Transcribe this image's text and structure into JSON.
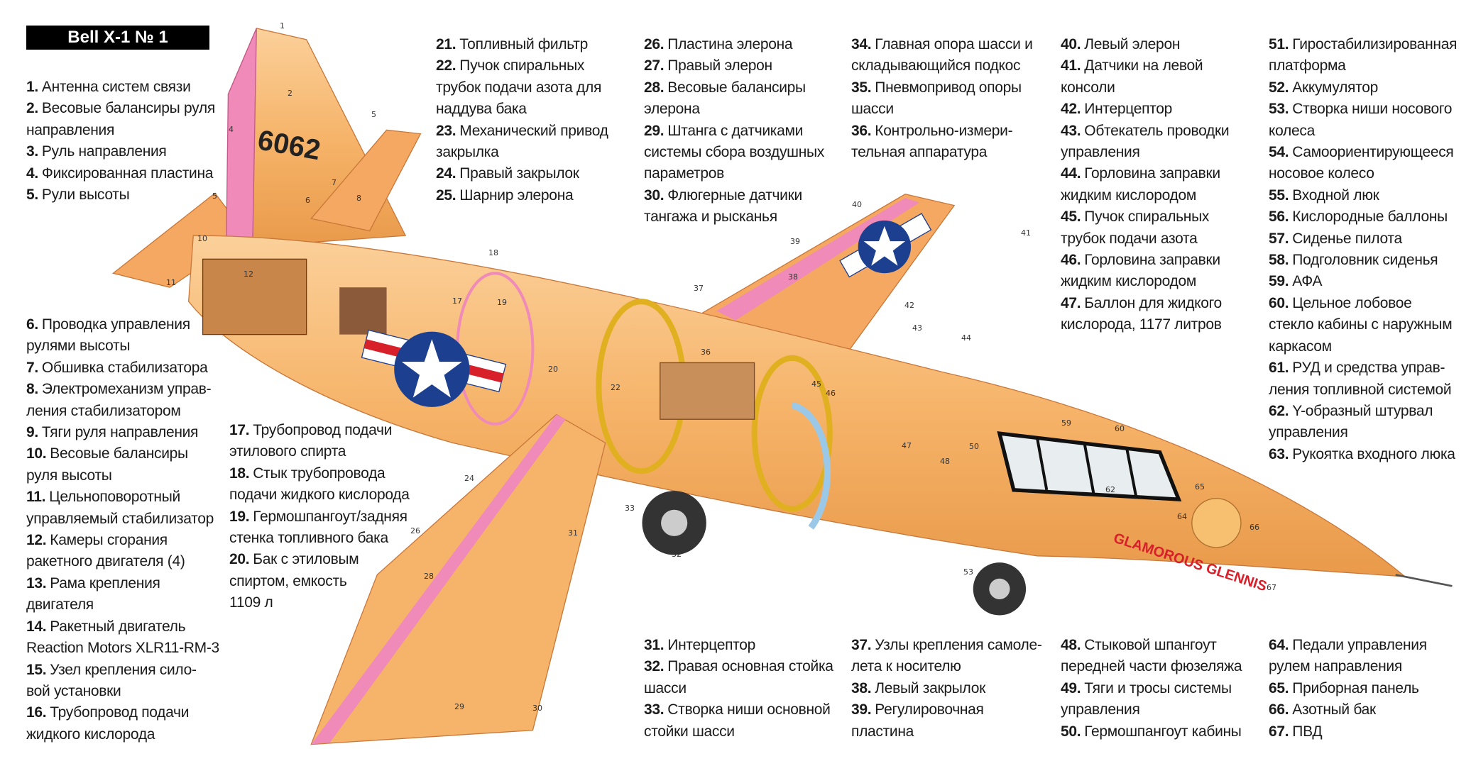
{
  "title": "Bell X-1 № 1",
  "tail_number": "6062",
  "nose_art": "GLAMOROUS GLENNIS",
  "colors": {
    "skin": "#f6b46a",
    "skin_light": "#fbd3a0",
    "pink": "#f08ab8",
    "red": "#d8202a",
    "blue": "#1d3f8f"
  },
  "legend": [
    {
      "n": "1.",
      "t": "Антенна систем связи"
    },
    {
      "n": "2.",
      "t": "Весовые балансиры руля\nнаправления"
    },
    {
      "n": "3.",
      "t": "Руль направления"
    },
    {
      "n": "4.",
      "t": "Фиксированная пластина"
    },
    {
      "n": "5.",
      "t": "Рули высоты"
    },
    {
      "n": "6.",
      "t": "Проводка управления\nрулями высоты"
    },
    {
      "n": "7.",
      "t": "Обшивка стабилизатора"
    },
    {
      "n": "8.",
      "t": "Электромеханизм управ-\nления стабилизатором"
    },
    {
      "n": "9.",
      "t": "Тяги руля направления"
    },
    {
      "n": "10.",
      "t": "Весовые балансиры\nруля высоты"
    },
    {
      "n": "11.",
      "t": "Цельноповоротный\nуправляемый стабилизатор"
    },
    {
      "n": "12.",
      "t": "Камеры сгорания\nракетного двигателя (4)"
    },
    {
      "n": "13.",
      "t": "Рама крепления\nдвигателя"
    },
    {
      "n": "14.",
      "t": "Ракетный двигатель\nReaction Motors XLR11-RM-3"
    },
    {
      "n": "15.",
      "t": "Узел крепления сило-\nвой установки"
    },
    {
      "n": "16.",
      "t": "Трубопровод подачи\nжидкого кислорода"
    },
    {
      "n": "17.",
      "t": "Трубопровод подачи\nэтилового спирта"
    },
    {
      "n": "18.",
      "t": "Стык трубопровода\nподачи жидкого кислорода"
    },
    {
      "n": "19.",
      "t": "Гермошпангоут/задняя\nстенка топливного бака"
    },
    {
      "n": "20.",
      "t": "Бак с этиловым\nспиртом, емкость\n1109 л"
    },
    {
      "n": "21.",
      "t": "Топливный фильтр"
    },
    {
      "n": "22.",
      "t": "Пучок спиральных\nтрубок подачи азота для\nнаддува бака"
    },
    {
      "n": "23.",
      "t": "Механический привод\nзакрылка"
    },
    {
      "n": "24.",
      "t": "Правый закрылок"
    },
    {
      "n": "25.",
      "t": "Шарнир элерона"
    },
    {
      "n": "26.",
      "t": "Пластина элерона"
    },
    {
      "n": "27.",
      "t": "Правый элерон"
    },
    {
      "n": "28.",
      "t": "Весовые балансиры\nэлерона"
    },
    {
      "n": "29.",
      "t": "Штанга с датчиками\nсистемы сбора воздушных\nпараметров"
    },
    {
      "n": "30.",
      "t": "Флюгерные датчики\nтангажа и рысканья"
    },
    {
      "n": "31.",
      "t": "Интерцептор"
    },
    {
      "n": "32.",
      "t": "Правая основная стойка\nшасси"
    },
    {
      "n": "33.",
      "t": "Створка ниши основной\nстойки шасси"
    },
    {
      "n": "34.",
      "t": "Главная опора шасси и\nскладывающийся подкос"
    },
    {
      "n": "35.",
      "t": "Пневмопривод опоры\nшасси"
    },
    {
      "n": "36.",
      "t": "Контрольно-измери-\nтельная аппаратура"
    },
    {
      "n": "37.",
      "t": "Узлы крепления самоле-\nлета к носителю"
    },
    {
      "n": "38.",
      "t": "Левый закрылок"
    },
    {
      "n": "39.",
      "t": "Регулировочная\nпластина"
    },
    {
      "n": "40.",
      "t": "Левый элерон"
    },
    {
      "n": "41.",
      "t": "Датчики на левой\nконсоли"
    },
    {
      "n": "42.",
      "t": "Интерцептор"
    },
    {
      "n": "43.",
      "t": "Обтекатель проводки\nуправления"
    },
    {
      "n": "44.",
      "t": "Горловина заправки\nжидким кислородом"
    },
    {
      "n": "45.",
      "t": "Пучок спиральных\nтрубок подачи азота"
    },
    {
      "n": "46.",
      "t": "Горловина заправки\nжидким кислородом"
    },
    {
      "n": "47.",
      "t": "Баллон для жидкого\nкислорода, 1177 литров"
    },
    {
      "n": "48.",
      "t": "Стыковой шпангоут\nпередней части фюзеляжа"
    },
    {
      "n": "49.",
      "t": "Тяги и тросы системы\nуправления"
    },
    {
      "n": "50.",
      "t": "Гермошпангоут кабины"
    },
    {
      "n": "51.",
      "t": "Гиростабилизированная\nплатформа"
    },
    {
      "n": "52.",
      "t": "Аккумулятор"
    },
    {
      "n": "53.",
      "t": "Створка ниши носового\nколеса"
    },
    {
      "n": "54.",
      "t": "Самоориентирующееся\nносовое колесо"
    },
    {
      "n": "55.",
      "t": "Входной люк"
    },
    {
      "n": "56.",
      "t": "Кислородные баллоны"
    },
    {
      "n": "57.",
      "t": "Сиденье пилота"
    },
    {
      "n": "58.",
      "t": "Подголовник сиденья"
    },
    {
      "n": "59.",
      "t": "АФА"
    },
    {
      "n": "60.",
      "t": "Цельное лобовое\nстекло кабины с наружным\nкаркасом"
    },
    {
      "n": "61.",
      "t": "РУД и средства управ-\nления топливной системой"
    },
    {
      "n": "62.",
      "t": "Y-образный штурвал\nуправления"
    },
    {
      "n": "63.",
      "t": "Рукоятка входного люка"
    },
    {
      "n": "64.",
      "t": "Педали управления\nрулем направления"
    },
    {
      "n": "65.",
      "t": "Приборная панель"
    },
    {
      "n": "66.",
      "t": "Азотный бак"
    },
    {
      "n": "67.",
      "t": "ПВД"
    }
  ],
  "callouts": [
    "1",
    "2",
    "4",
    "5",
    "5",
    "6",
    "7",
    "8",
    "10",
    "11",
    "12",
    "17",
    "18",
    "19",
    "20",
    "22",
    "24",
    "26",
    "28",
    "29",
    "30",
    "31",
    "32",
    "33",
    "36",
    "37",
    "38",
    "39",
    "40",
    "41",
    "42",
    "43",
    "44",
    "45",
    "46",
    "47",
    "48",
    "50",
    "53",
    "59",
    "60",
    "62",
    "64",
    "65",
    "66",
    "67"
  ]
}
